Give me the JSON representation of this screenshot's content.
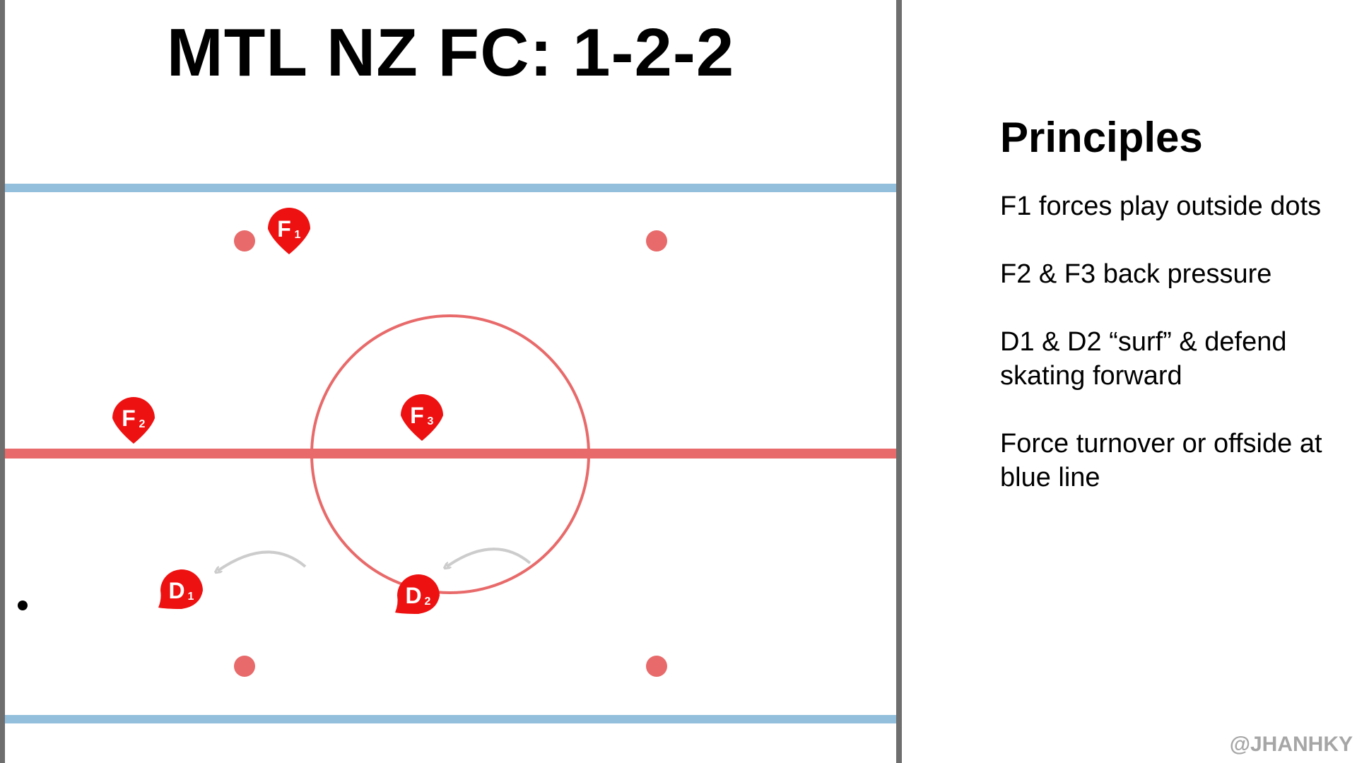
{
  "title": "MTL NZ FC: 1-2-2",
  "colors": {
    "blue_line": "#93bfdc",
    "red_line": "#e86a6a",
    "faceoff": "#e86a6a",
    "player_marker": "#ee1111",
    "boards": "#6e6e6e",
    "arrow": "#cccccc"
  },
  "rink": {
    "faceoff_dots": 4,
    "players": [
      {
        "id": "F1",
        "main": "F",
        "sub": "1"
      },
      {
        "id": "F2",
        "main": "F",
        "sub": "2"
      },
      {
        "id": "F3",
        "main": "F",
        "sub": "3"
      },
      {
        "id": "D1",
        "main": "D",
        "sub": "1"
      },
      {
        "id": "D2",
        "main": "D",
        "sub": "2"
      }
    ]
  },
  "principles": {
    "heading": "Principles",
    "items": [
      "F1 forces play outside dots",
      "F2 & F3 back pressure",
      "D1 & D2 “surf” & defend skating forward",
      "Force turnover or offside at blue line"
    ]
  },
  "watermark": "@JHANHKY"
}
